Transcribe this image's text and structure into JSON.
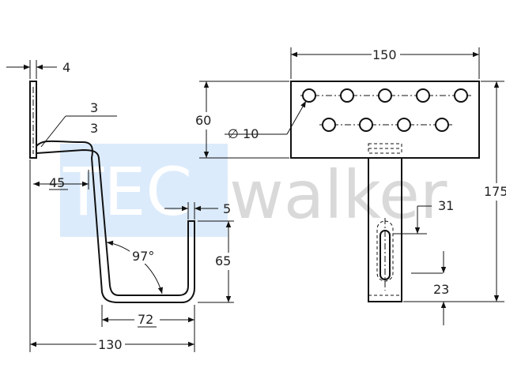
{
  "watermark": {
    "tec": "TEC",
    "walker": "walker"
  },
  "dimensions": {
    "thickness": "4",
    "fillet": "3",
    "fillet_lower": "3",
    "offset_45": "45",
    "lip_5": "5",
    "angle": "97°",
    "height_65": "65",
    "base_72": "72",
    "overall_130": "130",
    "width_150": "150",
    "height_60": "60",
    "hole_dia": "∅ 10",
    "slot_31": "31",
    "slot_23": "23",
    "overall_175": "175"
  },
  "colors": {
    "line": "#111111",
    "watermark_box": "#dcebfb",
    "watermark_text": "#d9d9d9"
  }
}
